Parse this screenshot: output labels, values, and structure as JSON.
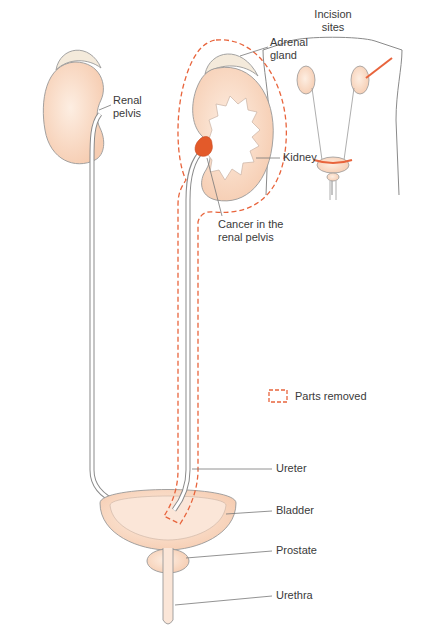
{
  "diagram": {
    "labels": [
      "Incision sites",
      "Adrenal gland",
      "Renal pelvis",
      "Kidney",
      "Cancer in the renal pelvis",
      "Ureter",
      "Bladder",
      "Prostate",
      "Urethra"
    ],
    "legend": [
      {
        "text": "Parts removed"
      }
    ]
  }
}
